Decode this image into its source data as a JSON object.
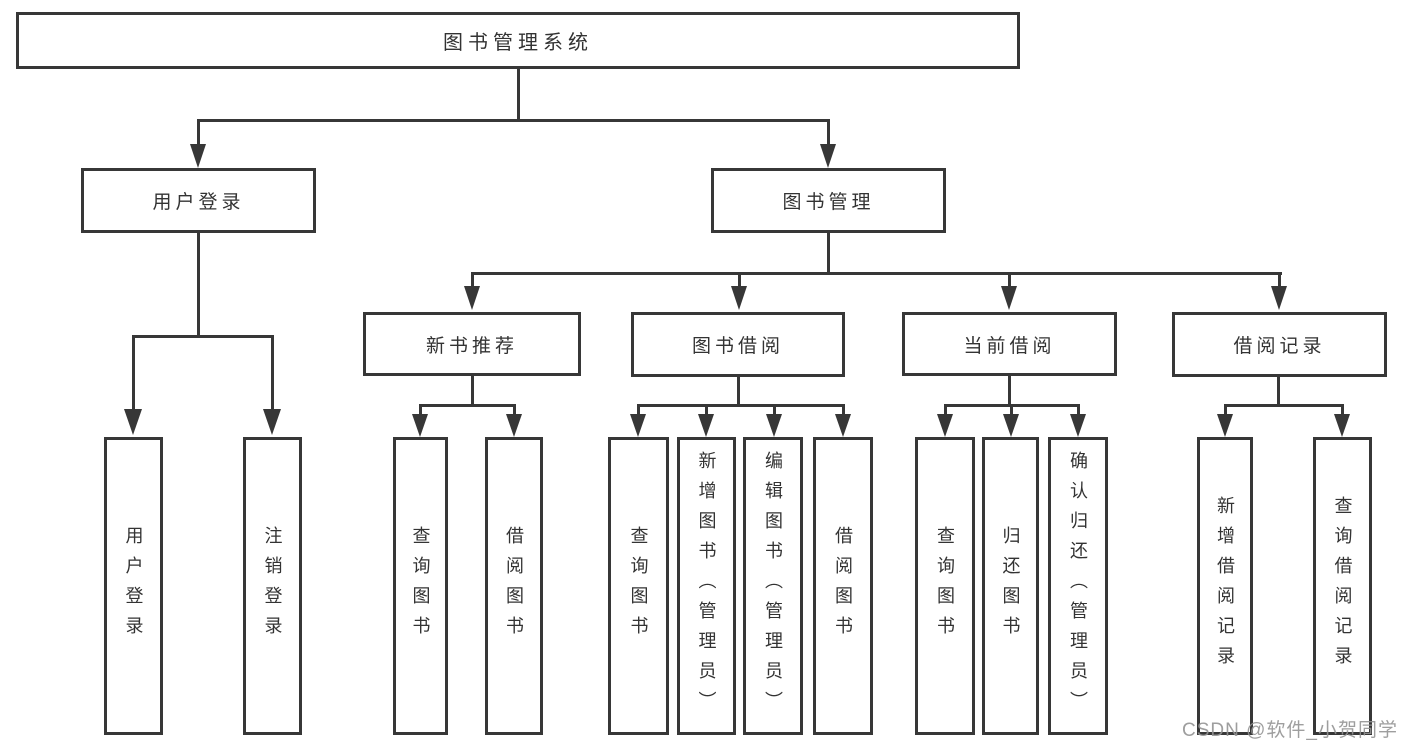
{
  "diagram": {
    "title_node": "root",
    "root": {
      "label": "图书管理系统"
    },
    "branches": [
      {
        "label": "用户登录",
        "children": [
          {
            "label": "用户登录"
          },
          {
            "label": "注销登录"
          }
        ]
      },
      {
        "label": "图书管理",
        "children": [
          {
            "label": "新书推荐",
            "children": [
              {
                "label": "查询图书"
              },
              {
                "label": "借阅图书"
              }
            ]
          },
          {
            "label": "图书借阅",
            "children": [
              {
                "label": "查询图书"
              },
              {
                "label": "新增图书（管理员）"
              },
              {
                "label": "编辑图书（管理员）"
              },
              {
                "label": "借阅图书"
              }
            ]
          },
          {
            "label": "当前借阅",
            "children": [
              {
                "label": "查询图书"
              },
              {
                "label": "归还图书"
              },
              {
                "label": "确认归还（管理员）"
              }
            ]
          },
          {
            "label": "借阅记录",
            "children": [
              {
                "label": "新增借阅记录"
              },
              {
                "label": "查询借阅记录"
              }
            ]
          }
        ]
      }
    ]
  },
  "watermark": {
    "text": "CSDN @软件_小贺同学"
  },
  "colors": {
    "line": "#373737",
    "text": "#333333",
    "watermark": "#949494",
    "background": "#ffffff"
  }
}
